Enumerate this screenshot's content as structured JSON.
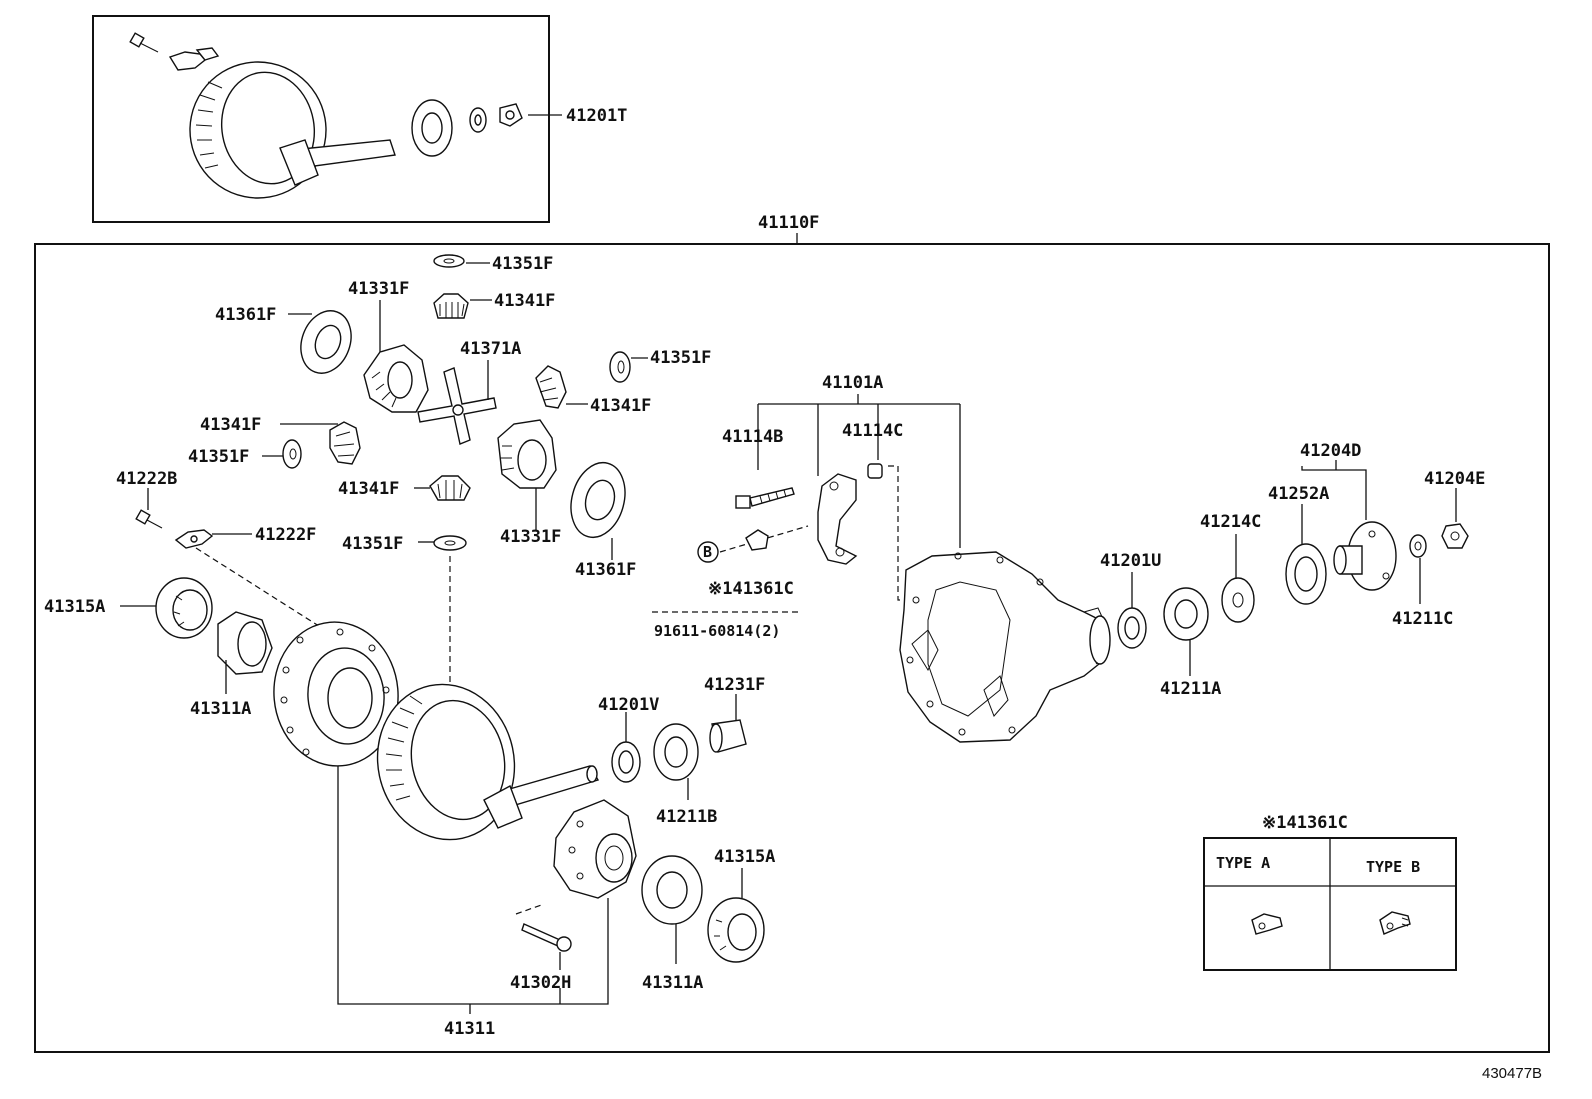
{
  "kit_box": {
    "label": "41201T"
  },
  "assembly": {
    "label": "41110F"
  },
  "sub_assembly": {
    "label": "41311"
  },
  "parts": {
    "washer_41351F_top": "41351F",
    "pinion_41341F_top": "41341F",
    "side_gear_41331F_top": "41331F",
    "thrust_washer_41361F_left": "41361F",
    "spider_41371A": "41371A",
    "washer_41351F_right": "41351F",
    "pinion_41341F_right": "41341F",
    "pinion_41341F_left": "41341F",
    "washer_41351F_left": "41351F",
    "pinion_41341F_bottom": "41341F",
    "bolt_41222B": "41222B",
    "lock_41222F": "41222F",
    "washer_41351F_bottom": "41351F",
    "side_gear_41331F_bottom": "41331F",
    "thrust_washer_41361F_right": "41361F",
    "cap_41101A": "41101A",
    "bolt_41114B": "41114B",
    "pin_41114C": "41114C",
    "lock_41361C": "※141361C",
    "bolt_91611": "91611-60814(2)",
    "bearing_41315A_left": "41315A",
    "bearing_41311A_left": "41311A",
    "oil_seal_41201V": "41201V",
    "spacer_41231F": "41231F",
    "bearing_41211B": "41211B",
    "bearing_41315A_right": "41315A",
    "bearing_41311A_right": "41311A",
    "bolt_41302H": "41302H",
    "seal_41201U": "41201U",
    "bearing_41211A": "41211A",
    "washer_41214C": "41214C",
    "flange_41204D": "41204D",
    "deflector_41252A": "41252A",
    "nut_41204E": "41204E",
    "washer_41211C": "41211C"
  },
  "callout_marker": "B",
  "type_table": {
    "title": "※141361C",
    "type_a": "TYPE A",
    "type_b": "TYPE B"
  },
  "figure_id": "430477B"
}
